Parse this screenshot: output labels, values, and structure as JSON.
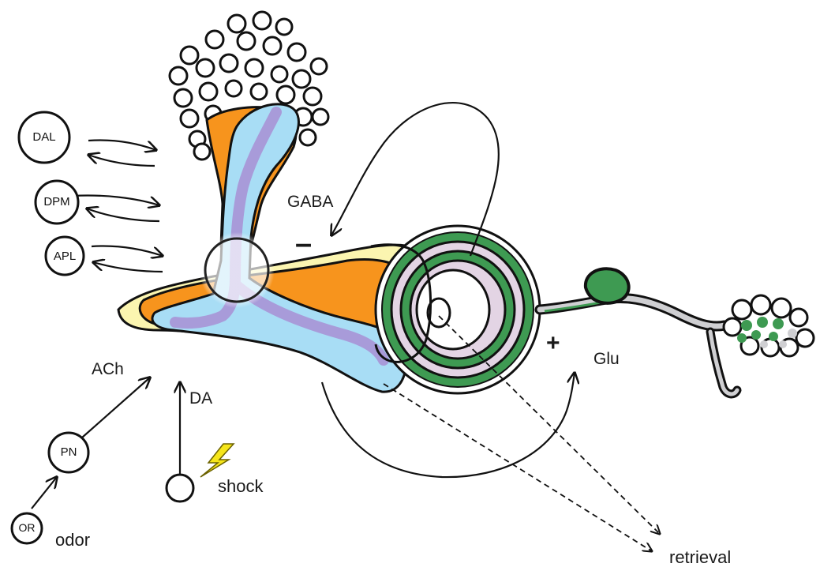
{
  "neurons": {
    "dal": "DAL",
    "dpm": "DPM",
    "apl": "APL",
    "pn": "PN",
    "or": "OR"
  },
  "labels": {
    "gaba": "GABA",
    "minus": "–",
    "plus": "+",
    "glu": "Glu",
    "ach": "ACh",
    "da": "DA",
    "shock": "shock",
    "odor": "odor",
    "retrieval": "retrieval"
  },
  "colors": {
    "orange": "#F7941D",
    "light_blue": "#A8DDF5",
    "lavender": "#A89BD9",
    "pale_yellow": "#FBF5B0",
    "green": "#3E9A52",
    "mauve": "#E3D4E4",
    "gray": "#CFCFD2",
    "outline": "#111111",
    "lightning": "#F5E51A"
  }
}
